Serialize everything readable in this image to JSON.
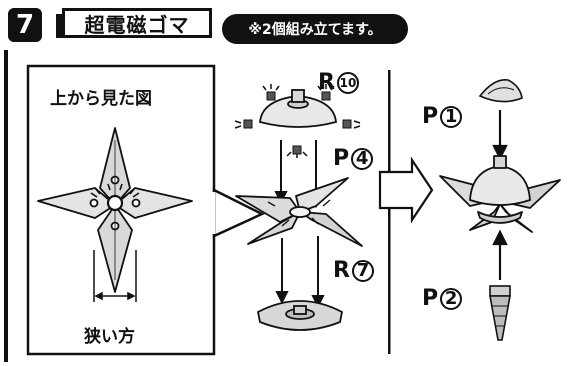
{
  "header": {
    "step_number": "7",
    "title": "超電磁ゴマ",
    "note": "※2個組み立てます。"
  },
  "top_view": {
    "label": "上から見た図",
    "narrow_side_label": "狭い方"
  },
  "parts": {
    "r10": {
      "letter": "R",
      "number": "10"
    },
    "p4": {
      "letter": "P",
      "number": "4"
    },
    "r7": {
      "letter": "R",
      "number": "7"
    },
    "p1": {
      "letter": "P",
      "number": "1"
    },
    "p2": {
      "letter": "P",
      "number": "2"
    }
  }
}
